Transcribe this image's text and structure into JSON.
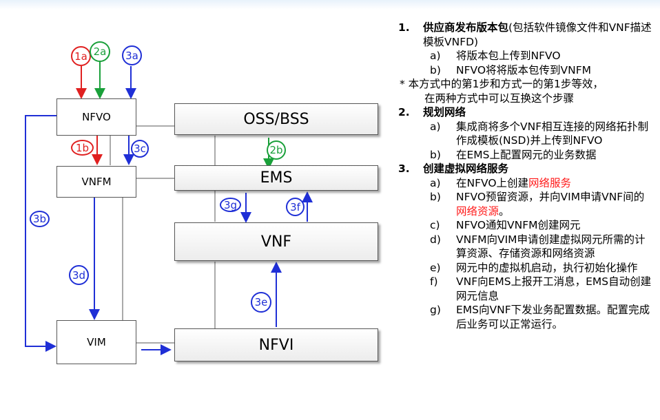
{
  "boxes": {
    "nfvo": "NFVO",
    "vnfm": "VNFM",
    "vim": "VIM",
    "oss_bss": "OSS/BSS",
    "ems": "EMS",
    "vnf": "VNF",
    "nfvi": "NFVI"
  },
  "labels": {
    "l1a": "1a",
    "l1b": "1b",
    "l2a": "2a",
    "l2b": "2b",
    "l3a": "3a",
    "l3b": "3b",
    "l3c": "3c",
    "l3d": "3d",
    "l3e": "3e",
    "l3f": "3f",
    "l3g": "3g"
  },
  "colors": {
    "step1": "#e02020",
    "step2": "#1aa03a",
    "step3": "#1f2fd6",
    "highlight": "#ff1a1a"
  },
  "steps": {
    "s1": {
      "num": "1.",
      "title": "供应商发布版本包",
      "rest": "(包括软件镜像文件和VNF描述模板VNFD)",
      "items": [
        {
          "letter": "a)",
          "text": "将版本包上传到NFVO"
        },
        {
          "letter": "b)",
          "text": "NFVO将将版本包传到VNFM"
        }
      ]
    },
    "note": {
      "line1": "* 本方式中的第1步和方式一的第1步等效，",
      "line2": "在两种方式中可以互换这个步骤"
    },
    "s2": {
      "num": "2.",
      "title": "规划网络",
      "items": [
        {
          "letter": "a)",
          "text": "集成商将多个VNF相互连接的网络拓扑制作成模板(NSD)并上传到NFVO"
        },
        {
          "letter": "b)",
          "text": "在EMS上配置网元的业务数据"
        }
      ]
    },
    "s3": {
      "num": "3.",
      "title": "创建虚拟网络服务",
      "items": [
        {
          "letter": "a)",
          "text": "在NFVO上创建",
          "highlight": "网络服务"
        },
        {
          "letter": "b)",
          "text": "NFVO预留资源，并向VIM申请VNF间的",
          "highlight": "网络资源",
          "tail": "。"
        },
        {
          "letter": "c)",
          "text": "NFVO通知VNFM创建网元"
        },
        {
          "letter": "d)",
          "text": "VNFM向VIM申请创建虚拟网元所需的计算资源、存储资源和网络资源"
        },
        {
          "letter": "e)",
          "text": "网元中的虚拟机启动，执行初始化操作"
        },
        {
          "letter": "f)",
          "text": "VNF向EMS上报开工消息，EMS自动创建网元信息"
        },
        {
          "letter": "g)",
          "text": "EMS向VNF下发业务配置数据。配置完成后业务可以正常运行。"
        }
      ]
    }
  }
}
